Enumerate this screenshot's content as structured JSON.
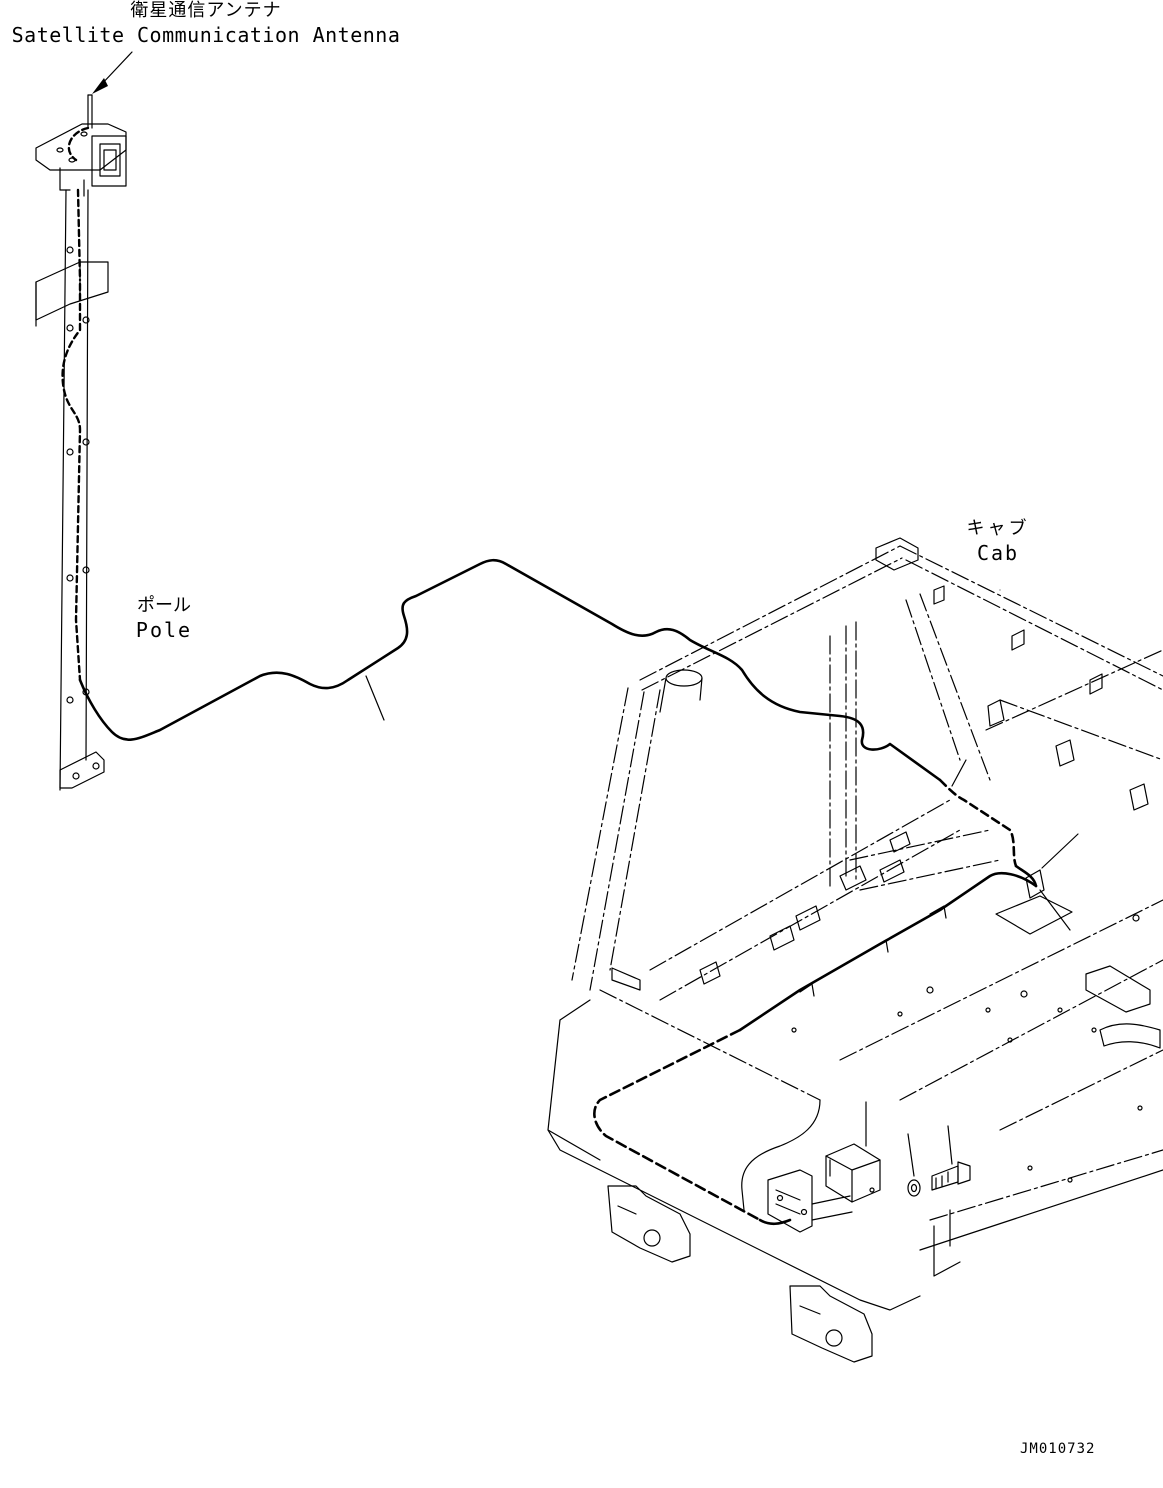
{
  "labels": {
    "antenna": {
      "ja": "衛星通信アンテナ",
      "en": "Satellite Communication Antenna"
    },
    "pole": {
      "ja": "ポール",
      "en": "Pole"
    },
    "cab": {
      "ja": "キャブ",
      "en": "Cab"
    },
    "drawing_code": "JM010732"
  },
  "colors": {
    "line": "#000000",
    "background": "#ffffff"
  }
}
